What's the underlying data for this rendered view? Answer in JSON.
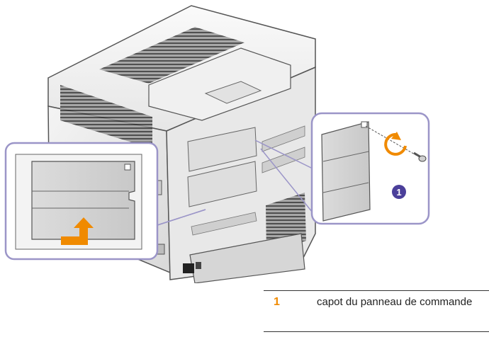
{
  "colors": {
    "accent_arrow": "#f08a00",
    "callout_frame": "#9b95c8",
    "callout_badge": "#4b3f9a",
    "legend_number": "#f08a00"
  },
  "icons": [
    "printer-illustration",
    "up-right-arrow-icon",
    "rotate-counterclockwise-icon",
    "screw-icon",
    "callout-badge-icon"
  ],
  "callout": {
    "badge_number": "1"
  },
  "legend": {
    "items": [
      {
        "number": "1",
        "text": "capot du panneau de commande"
      }
    ]
  }
}
